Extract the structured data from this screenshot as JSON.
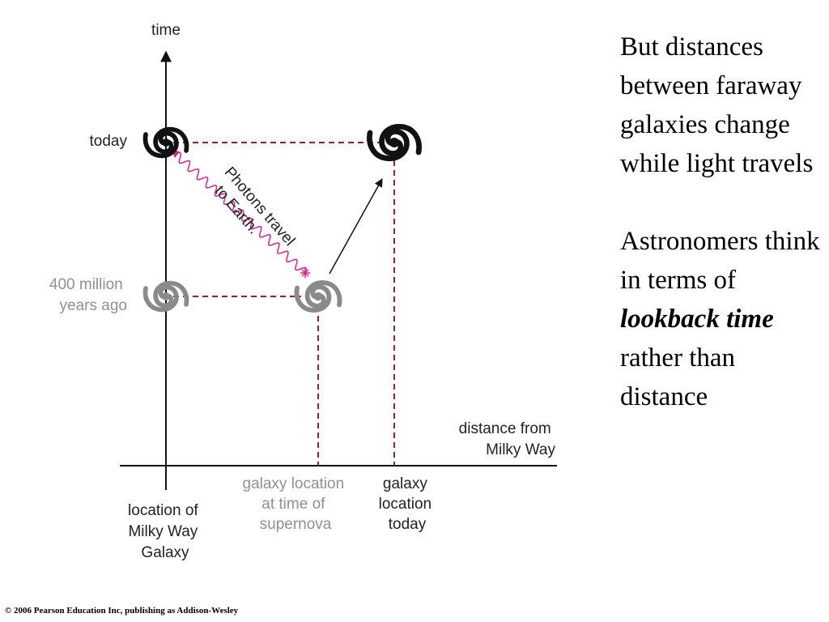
{
  "diagram": {
    "axis_time_label": "time",
    "axis_distance_label": [
      "distance from",
      "Milky Way"
    ],
    "label_today": "today",
    "label_past": [
      "400 million",
      "years ago"
    ],
    "label_photons": [
      "Photons travel",
      "to Earth."
    ],
    "label_milky_way_location": [
      "location of",
      "Milky Way",
      "Galaxy"
    ],
    "label_galaxy_then": [
      "galaxy location",
      "at time of",
      "supernova"
    ],
    "label_galaxy_today": [
      "galaxy",
      "location",
      "today"
    ],
    "colors": {
      "dashed_line": "#a01c3c",
      "photon": "#e0208c",
      "past_gray": "#909090",
      "ink": "#111111"
    },
    "icons": [
      "spiral-galaxy-icon",
      "supernova-burst-icon"
    ]
  },
  "side_text": {
    "para1": "But distances between faraway galaxies change while light travels",
    "para2_prefix": "Astronomers think in terms of ",
    "para2_emphasis": "lookback time",
    "para2_suffix": " rather than distance"
  },
  "footer": "© 2006 Pearson Education Inc, publishing as Addison-Wesley"
}
